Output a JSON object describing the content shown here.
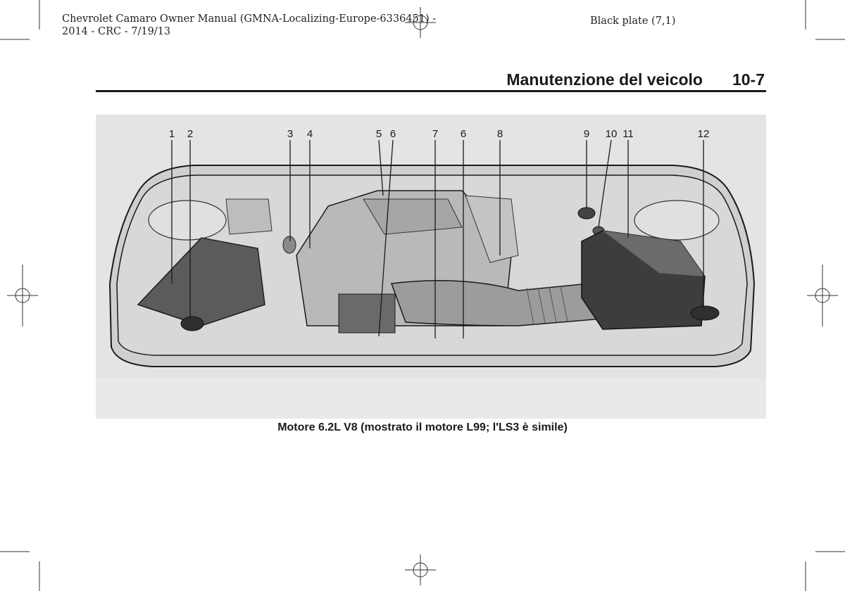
{
  "header": {
    "line1": "Chevrolet Camaro Owner Manual (GMNA-Localizing-Europe-6336451) -",
    "line2": "2014 - CRC - 7/19/13",
    "plate": "Black plate (7,1)"
  },
  "section": {
    "title": "Manutenzione del veicolo",
    "page_number": "10-7"
  },
  "figure": {
    "callouts": [
      "1",
      "2",
      "3",
      "4",
      "5",
      "6",
      "7",
      "6",
      "8",
      "9",
      "10",
      "11",
      "12"
    ],
    "caption": "Motore 6.2L V8 (mostrato il motore L99; l'LS3 è simile)",
    "colors": {
      "background": "#e4e4e4",
      "outline": "#1a1a1a",
      "fill": "#d2d2d2",
      "shadow": "#9a9a9a"
    }
  }
}
